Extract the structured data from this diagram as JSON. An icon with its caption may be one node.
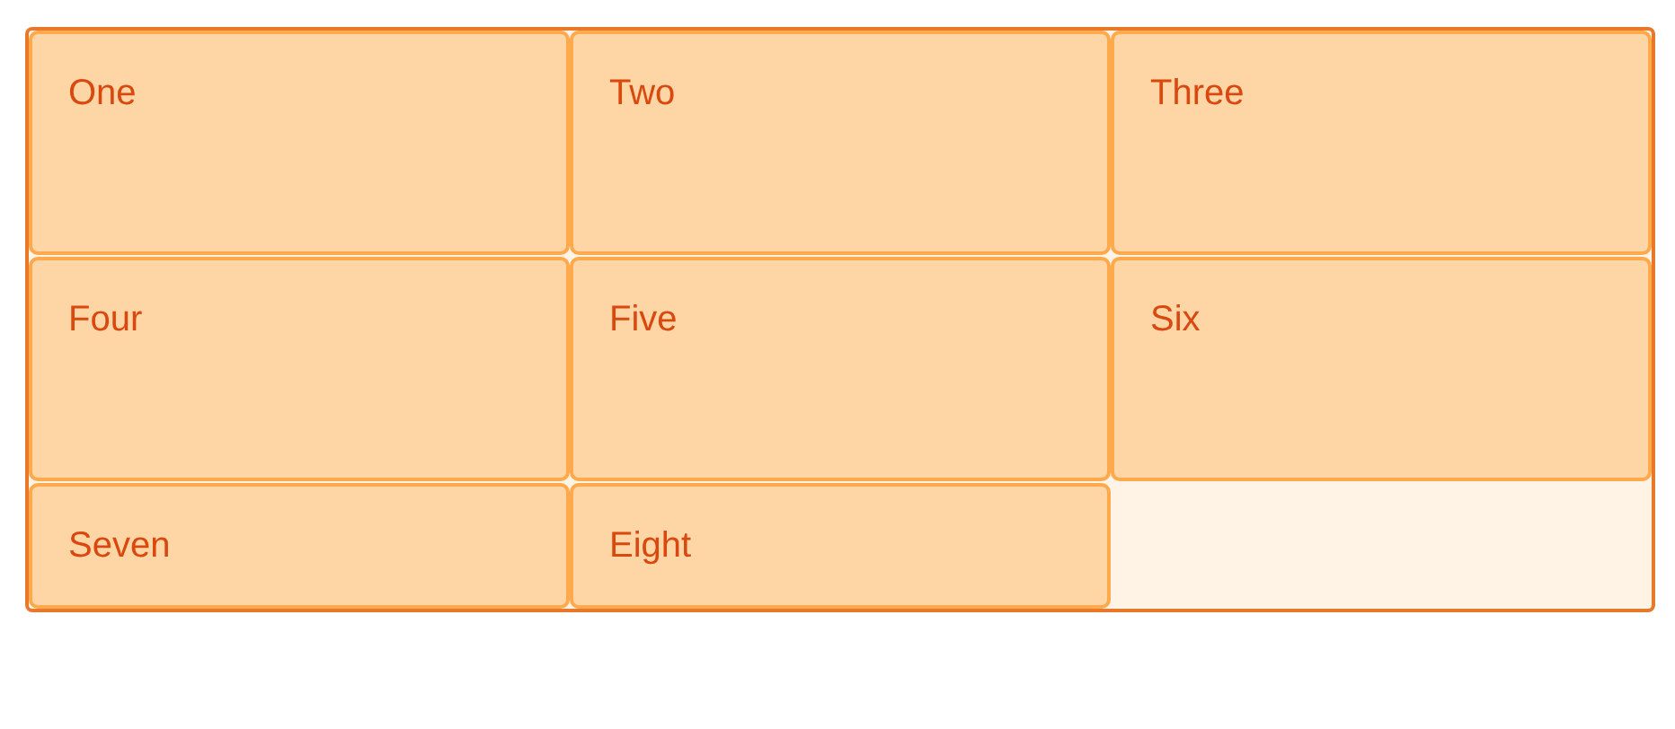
{
  "diagram": {
    "nodes": [
      {
        "text": [],
        "shape": "box"
      },
      {
        "text": [
          "One"
        ],
        "in": 0
      },
      {
        "text": [
          "Two"
        ],
        "in": 0
      },
      {
        "text": [
          "Three"
        ],
        "in": 0
      },
      {
        "text": [
          "Four"
        ],
        "in": 0
      },
      {
        "text": [
          "Five"
        ],
        "in": 0
      },
      {
        "text": [
          "Six"
        ],
        "in": 0
      },
      {
        "text": [
          "Seven"
        ],
        "in": 0
      },
      {
        "text": [
          "Eight"
        ],
        "in": 0
      }
    ]
  }
}
